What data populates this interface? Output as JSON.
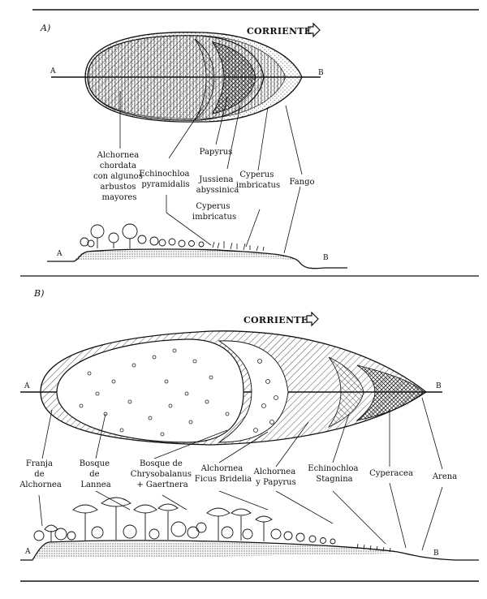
{
  "panel_a": {
    "tag": "A)",
    "current_label": "CORRIENTE",
    "point_left": "A",
    "point_right": "B",
    "section_left": "A",
    "section_right": "B",
    "labels": {
      "alchornea": [
        "Alchornea",
        "chordata",
        "con algunos",
        "arbustos",
        "mayores"
      ],
      "echinochloa": [
        "Echinochloa",
        "pyramidalis"
      ],
      "papyrus": [
        "Papyrus"
      ],
      "jussiena": [
        "Jussiena",
        "abyssinica"
      ],
      "cyperus_top": [
        "Cyperus",
        "imbricatus"
      ],
      "cyperus_bottom": [
        "Cyperus",
        "imbricatus"
      ],
      "fango": [
        "Fango"
      ]
    }
  },
  "panel_b": {
    "tag": "B)",
    "current_label": "CORRIENTE",
    "point_left": "A",
    "point_right": "B",
    "section_left": "A",
    "section_right": "B",
    "labels": {
      "franja": [
        "Franja",
        "de",
        "Alchornea"
      ],
      "bosque_lannea": [
        "Bosque",
        "de",
        "Lannea"
      ],
      "bosque_chryso": [
        "Bosque de",
        "Chrysobalanus",
        "+ Gaertnera"
      ],
      "alchornea_ficus": [
        "Alchornea",
        "Ficus Bridelia"
      ],
      "alchornea_papyrus": [
        "Alchornea",
        "y Papyrus"
      ],
      "echinochloa_stagnina": [
        "Echinochloa",
        "Stagnina"
      ],
      "cyperacea": [
        "Cyperacea"
      ],
      "arena": [
        "Arena"
      ]
    }
  }
}
